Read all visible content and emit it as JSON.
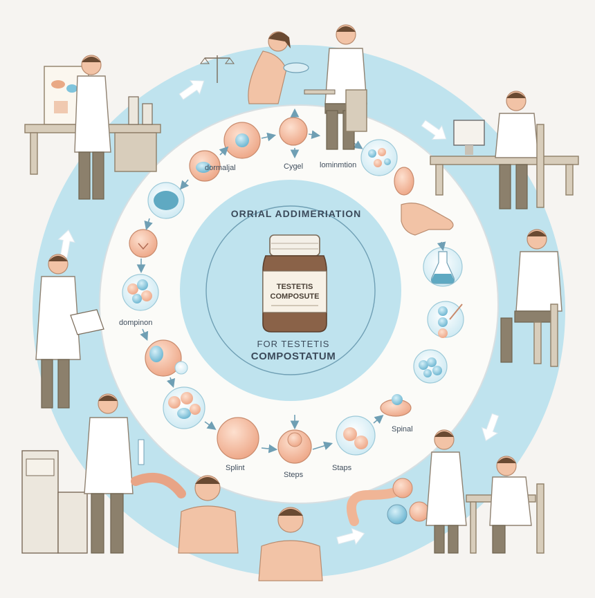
{
  "title": {
    "top": "ORRIAL ADDIMERIATION",
    "bottom_line1": "FOR TESTETIS",
    "bottom_line2": "COMPOSTATUM"
  },
  "jar": {
    "line1": "TESTETIS",
    "line2": "COMPOSUTE"
  },
  "step_labels": {
    "dormalja": "dormaljal",
    "cygel": "Cygel",
    "lominmtion": "lominmtion",
    "dompinon": "dompinon",
    "spint": "Splint",
    "steps1": "Steps",
    "steps2": "Staps",
    "spinal": "Spinal"
  },
  "colors": {
    "outer_ring": "#bfe3ee",
    "inner_ring": "#fbfbf8",
    "center": "#bfe3ee",
    "cell_peach": "#f4b89a",
    "cell_blue": "#7fc4dc"
  }
}
